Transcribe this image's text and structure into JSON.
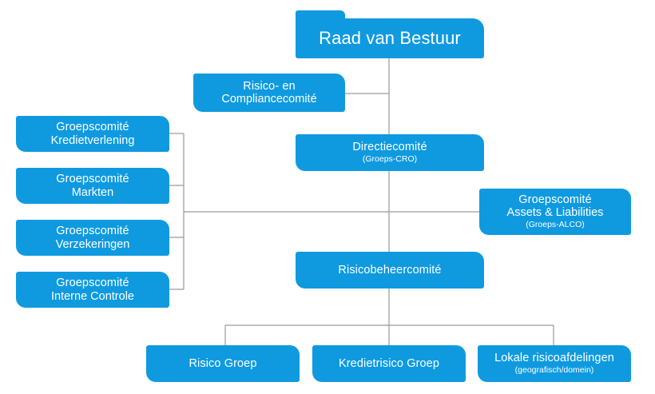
{
  "diagram": {
    "top": {
      "title": "Raad van Bestuur"
    },
    "risk_compliance": {
      "line1": "Risico- en",
      "line2": "Compliancecomité"
    },
    "directie": {
      "title": "Directiecomité",
      "sub": "(Groeps-CRO)"
    },
    "left_committees": [
      {
        "line1": "Groepscomité",
        "line2": "Kredietverlening"
      },
      {
        "line1": "Groepscomité",
        "line2": "Markten"
      },
      {
        "line1": "Groepscomité",
        "line2": "Verzekeringen"
      },
      {
        "line1": "Groepscomité",
        "line2": "Interne Controle"
      }
    ],
    "alco": {
      "line1": "Groepscomité",
      "line2": "Assets & Liabilities",
      "sub": "(Groeps-ALCO)"
    },
    "risk_management": {
      "title": "Risicobeheercomité"
    },
    "bottom": [
      {
        "title": "Risico Groep"
      },
      {
        "title": "Kredietrisico Groep"
      },
      {
        "title": "Lokale risicoafdelingen",
        "sub": "(geografisch/domein)"
      }
    ],
    "colors": {
      "box": "#0f9ae0",
      "text": "#ffffff",
      "connector": "#9a9a9a"
    }
  }
}
